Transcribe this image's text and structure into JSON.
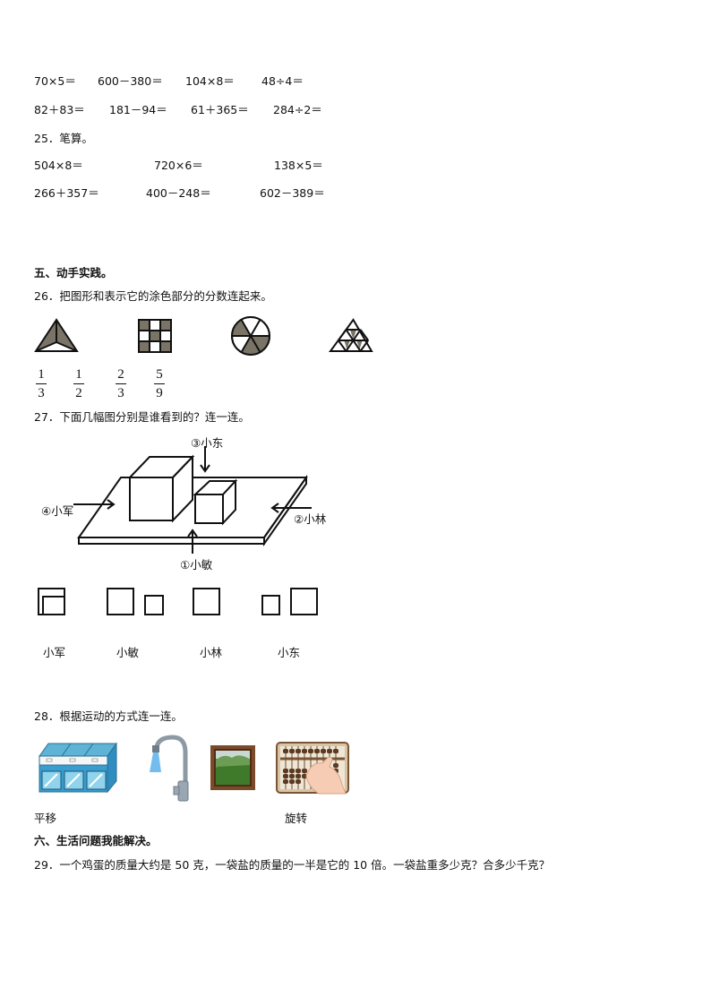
{
  "oral_calc": {
    "row1": [
      "70×5＝",
      "600－380＝",
      "104×8＝",
      "48÷4＝"
    ],
    "row2": [
      "82＋83＝",
      "181－94＝",
      "61＋365＝",
      "284÷2＝"
    ]
  },
  "q25": {
    "title": "25．笔算。",
    "row1": [
      "504×8＝",
      "720×6＝",
      "138×5＝"
    ],
    "row2": [
      "266＋357＝",
      "400－248＝",
      "602－389＝"
    ]
  },
  "section5": {
    "title": "五、动手实践。"
  },
  "q26": {
    "title": "26．把图形和表示它的涂色部分的分数连起来。",
    "shapes": [
      "triangle-thirds-shaded",
      "grid-five-ninths-shaded",
      "circle-half-shaded",
      "triangle-grid-shaded"
    ],
    "fractions": [
      {
        "num": "1",
        "den": "3"
      },
      {
        "num": "1",
        "den": "2"
      },
      {
        "num": "2",
        "den": "3"
      },
      {
        "num": "5",
        "den": "9"
      }
    ],
    "shade_color": "#7a7466"
  },
  "q27": {
    "title": "27．下面几幅图分别是谁看到的？连一连。",
    "observers": {
      "top": "③小东",
      "left": "④小军",
      "right": "②小林",
      "front": "①小敏"
    },
    "view_labels": [
      "小军",
      "小敏",
      "小林",
      "小东"
    ]
  },
  "q28": {
    "title": "28．根据运动的方式连一连。",
    "images": [
      "drawer-cabinet-icon",
      "faucet-icon",
      "window-icon",
      "abacus-icon"
    ],
    "labels": [
      "平移",
      "旋转"
    ]
  },
  "section6": {
    "title": "六、生活问题我能解决。"
  },
  "q29": {
    "text": "29．一个鸡蛋的质量大约是 50 克，一袋盐的质量的一半是它的 10 倍。一袋盐重多少克？合多少千克？"
  }
}
